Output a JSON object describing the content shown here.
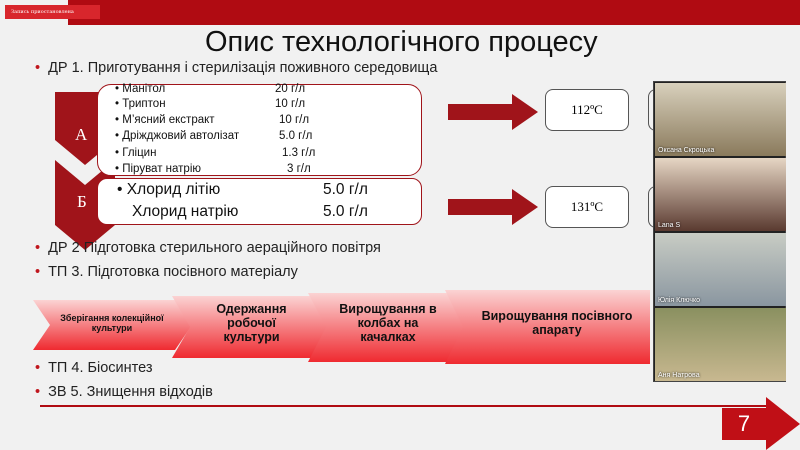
{
  "banner": "Запись приостановлена",
  "title": "Опис технологічного процесу",
  "bullets": {
    "dr1": "ДР 1. Приготування і стерилізація поживного середовища",
    "dr2": "ДР 2 Підготовка стерильного аераційного повітря",
    "tp3": "ТП 3. Підготовка посівного матеріалу",
    "tp4": "ТП 4. Біосинтез",
    "zv5": "ЗВ 5. Знищення відходів"
  },
  "stageA": {
    "letter": "А",
    "temperature": "112ºC",
    "ingredients": [
      {
        "name": "Манітол",
        "value": "20 г/л"
      },
      {
        "name": "Триптон",
        "value": "10 г/л"
      },
      {
        "name": "М’ясний екстракт",
        "value": "10 г/л"
      },
      {
        "name": "Дріжджовий автолізат",
        "value": "5.0 г/л"
      },
      {
        "name": "Гліцин",
        "value": "1.3 г/л"
      },
      {
        "name": "Піруват натрію",
        "value": "3 г/л"
      }
    ]
  },
  "stageB": {
    "letter": "Б",
    "temperature": "131ºC",
    "ingredients": [
      {
        "name": "Хлорид літію",
        "value": "5.0 г/л"
      },
      {
        "name": "Хлорид натрію",
        "value": "5.0 г/л"
      }
    ]
  },
  "process_steps": [
    "Зберігання колекційної культури",
    "Одержання робочої культури",
    "Вирощування в колбах на качалках",
    "Вирощування посівного апарату"
  ],
  "participants": [
    "Оксана Скроцька",
    "Lana S",
    "Юлія Ключко",
    "Аня Натрова"
  ],
  "page_number": "7",
  "colors": {
    "accent": "#b00b12"
  }
}
